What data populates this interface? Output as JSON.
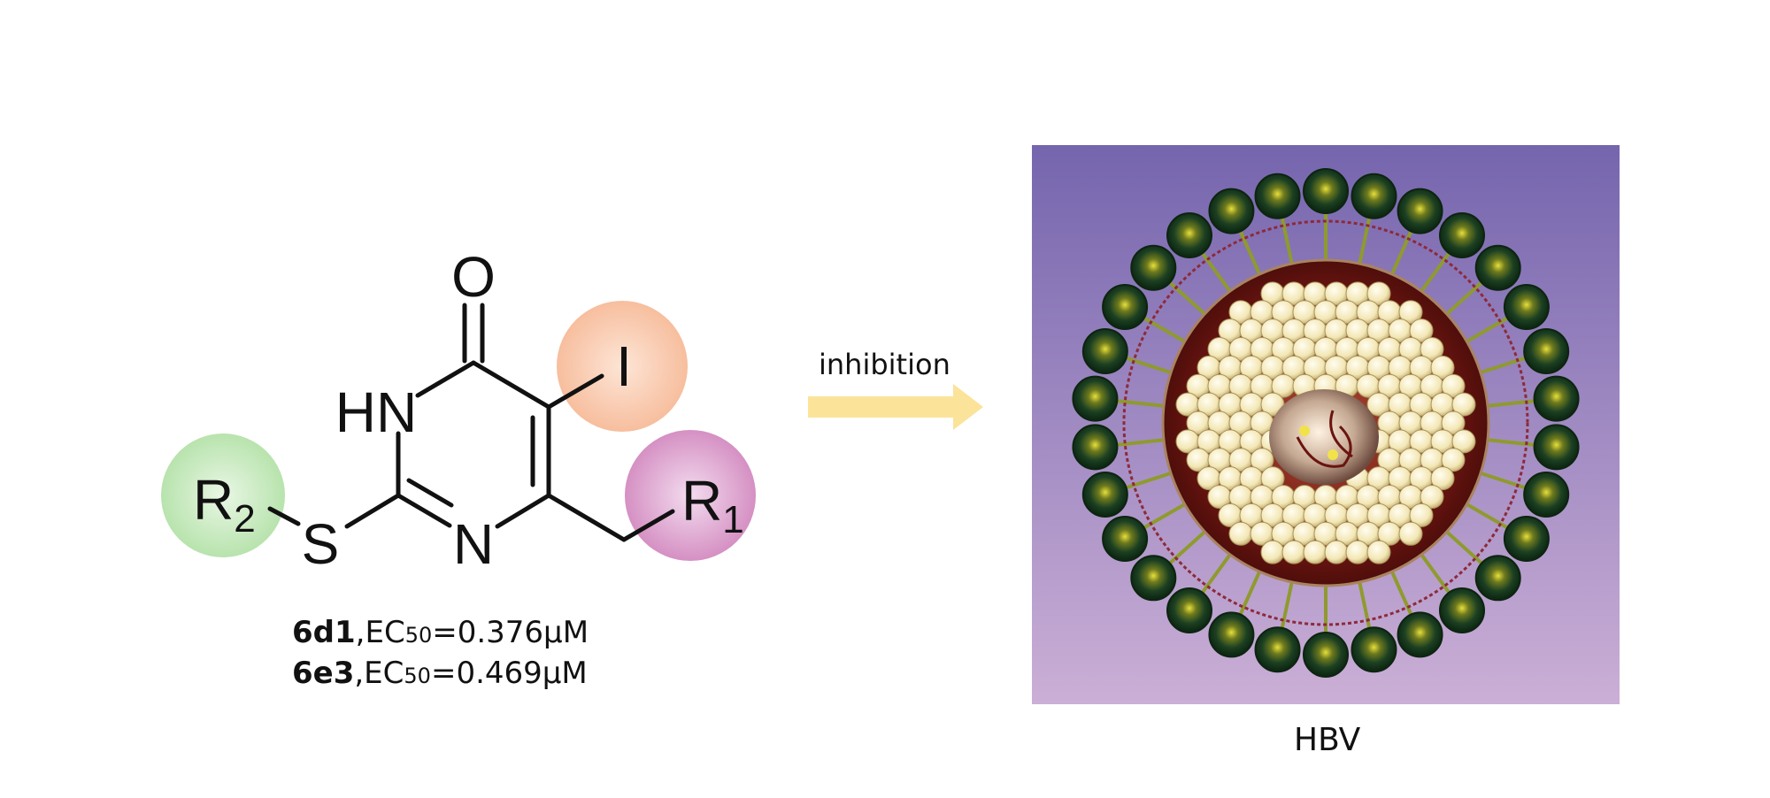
{
  "molecule": {
    "atoms": {
      "oxygen": "O",
      "nh": "HN",
      "nitrogen": "N",
      "sulfur": "S",
      "iodine": "I",
      "r1": "R",
      "r1_sub": "1",
      "r2": "R",
      "r2_sub": "2"
    },
    "highlight_colors": {
      "iodine": "#f9c4a6",
      "r1": "#d9a0cc",
      "r2": "#bfe7b6"
    },
    "compounds": [
      {
        "name": "6d1",
        "sep": ",EC",
        "sub": "50",
        "value": "=0.376μM"
      },
      {
        "name": "6e3",
        "sep": ",EC",
        "sub": "50",
        "value": "=0.469μM"
      }
    ]
  },
  "arrow": {
    "label": "inhibition",
    "color": "#fbe39a"
  },
  "virus": {
    "label": "HBV",
    "background_top": "#7565ae",
    "background_bottom": "#cbafd6",
    "envelope_color": "#1f4a25",
    "capsid_color": "#6a1410",
    "capsomer_color": "#f3e7b6"
  }
}
